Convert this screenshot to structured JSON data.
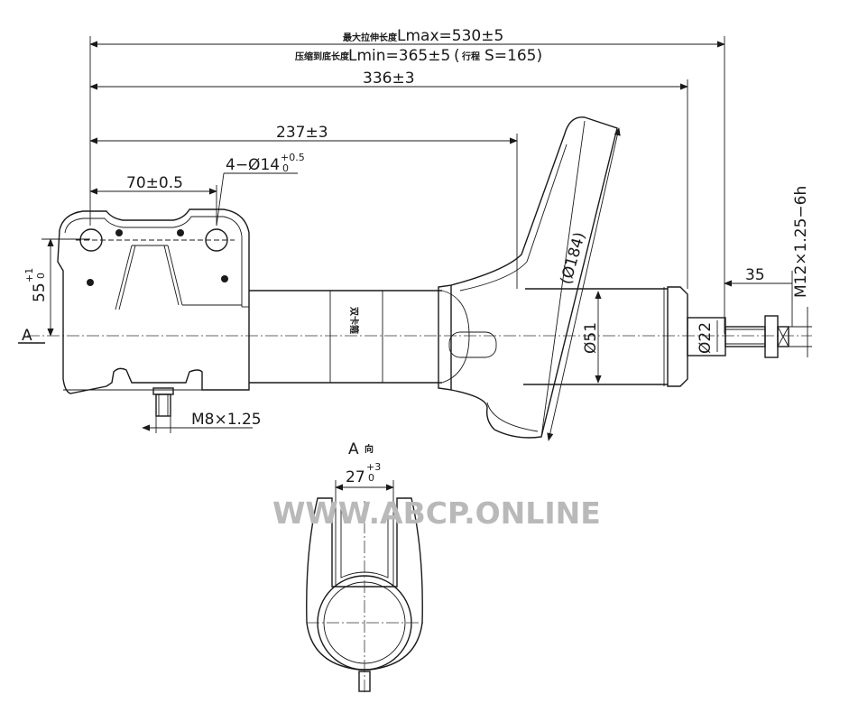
{
  "labels": {
    "lmax_cn": "最大拉伸长度",
    "lmax": "Lmax=530±5",
    "lmin_cn": "压缩到底长度",
    "lmin": "Lmin=365±5",
    "stroke_cn": "行程",
    "stroke": "S=165)",
    "stroke_paren": "(",
    "d336": "336±3",
    "d237": "237±3",
    "d70": "70±0.5",
    "holes": "4−Ø14",
    "holes_tol_upper": "+0.5",
    "holes_tol_lower": "0",
    "d55": "55",
    "d55_tol_upper": "+1",
    "d55_tol_lower": "0",
    "section_marker": "A",
    "d184": "(Ø184)",
    "d51": "Ø51",
    "d22": "Ø22",
    "d35": "35",
    "thread_top": "M12×1.25−6h",
    "thread_bottom": "M8×1.25",
    "view_label": "A",
    "view_label_cn": "向",
    "d27": "27",
    "d27_tol_upper": "+3",
    "d27_tol_lower": "0",
    "tube_stamp": "双卡箍",
    "watermark": "WWW.ABCP.ONLINE"
  }
}
